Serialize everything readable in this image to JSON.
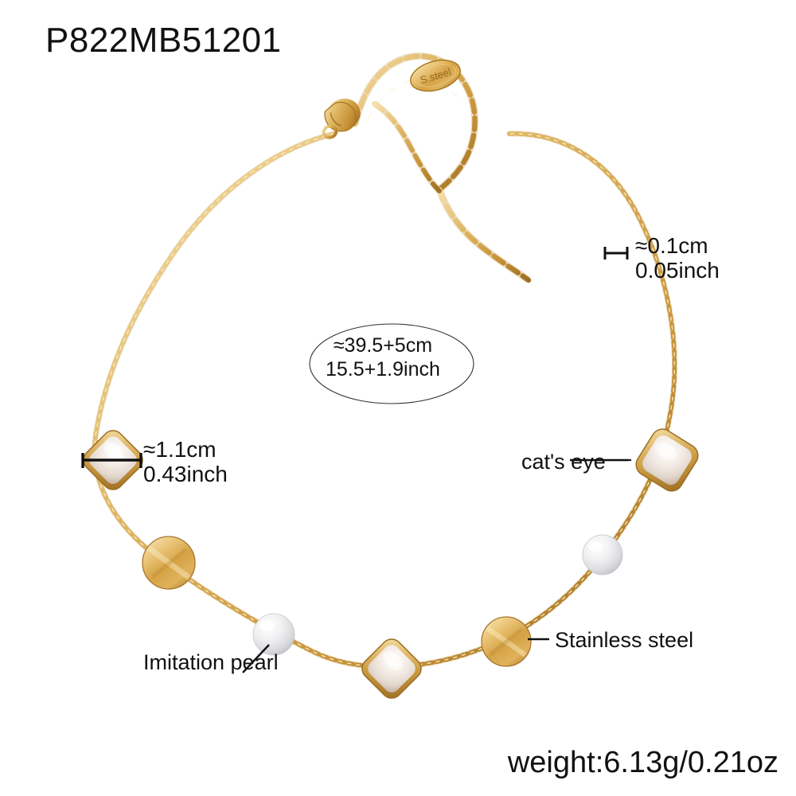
{
  "product": {
    "sku": "P822MB51201",
    "weight": "weight:6.13g/0.21oz",
    "tag_engraving": "S.steel"
  },
  "dimensions": {
    "chain_width": "≈0.1cm\n0.05inch",
    "stone_width": "≈1.1cm\n0.43inch",
    "length": "≈39.5+5cm\n15.5+1.9inch"
  },
  "callouts": {
    "cats_eye": "cat's eye",
    "stainless_steel": "Stainless steel",
    "imitation_pearl": "Imitation pearl"
  },
  "colors": {
    "gold_light": "#f0d08a",
    "gold": "#d9ab52",
    "gold_dark": "#a8762a",
    "stone_white": "#f3ece6",
    "stone_shade": "#ded2c8",
    "pearl_white": "#fbfbfb",
    "pearl_shade": "#cfcfd3",
    "ink": "#111111",
    "background": "#ffffff"
  }
}
